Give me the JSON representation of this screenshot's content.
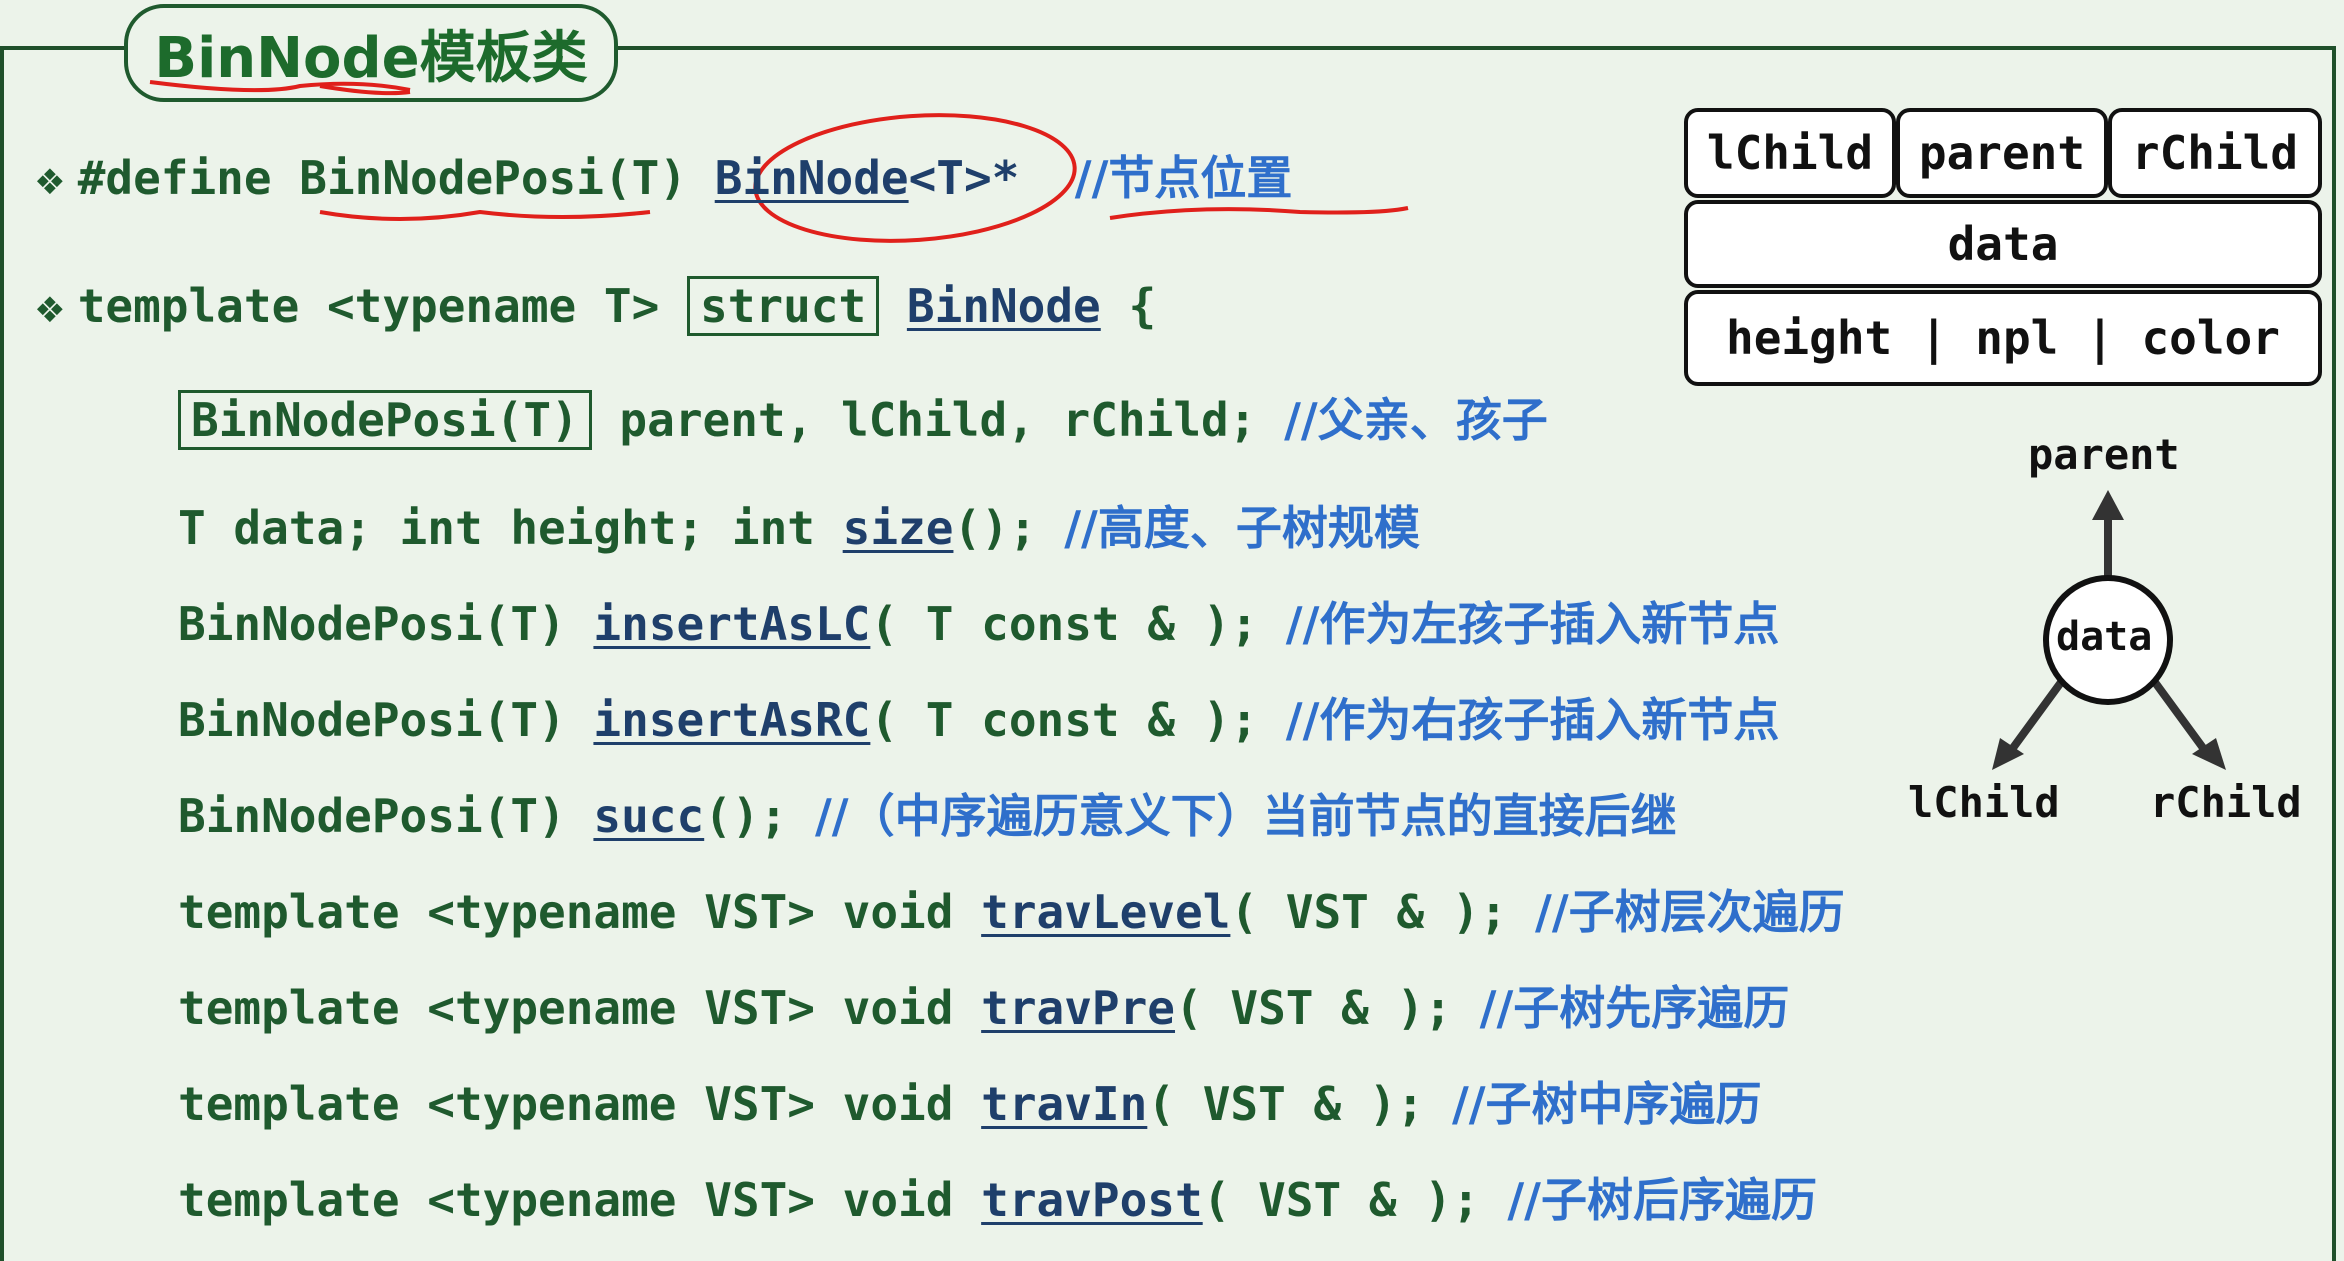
{
  "title": "BinNode模板类",
  "define_line": {
    "keyword": "#define",
    "macro": "BinNodePosi(T)",
    "type_name": "BinNode",
    "type_suffix": "<T>*",
    "comment": "//节点位置"
  },
  "struct_line": {
    "prefix": "template <typename T>",
    "keyword": "struct",
    "name": "BinNode",
    "brace": "{"
  },
  "members": [
    {
      "code_pre": "",
      "boxed": "BinNodePosi(T)",
      "code_mid": " parent, lChild, rChild; ",
      "comment": "//父亲、孩子"
    },
    {
      "code_pre": "T data; int height; int ",
      "func": "size",
      "code_post": "(); ",
      "comment": "//高度、子树规模"
    },
    {
      "code_pre": "BinNodePosi(T) ",
      "func": "insertAsLC",
      "code_post": "( T const & ); ",
      "comment": "//作为左孩子插入新节点"
    },
    {
      "code_pre": "BinNodePosi(T) ",
      "func": "insertAsRC",
      "code_post": "( T const & ); ",
      "comment": "//作为右孩子插入新节点"
    },
    {
      "code_pre": "BinNodePosi(T) ",
      "func": "succ",
      "code_post": "(); ",
      "comment": "//（中序遍历意义下）当前节点的直接后继"
    },
    {
      "code_pre": "template <typename VST> void ",
      "func": "travLevel",
      "code_post": "( VST & ); ",
      "comment": "//子树层次遍历"
    },
    {
      "code_pre": "template <typename VST> void ",
      "func": "travPre",
      "code_post": "( VST & ); ",
      "comment": "//子树先序遍历"
    },
    {
      "code_pre": "template <typename VST> void ",
      "func": "travIn",
      "code_post": "( VST & ); ",
      "comment": "//子树中序遍历"
    },
    {
      "code_pre": "template <typename VST> void ",
      "func": "travPost",
      "code_post": "( VST & ); ",
      "comment": "//子树后序遍历"
    }
  ],
  "node_layout": {
    "row1": [
      "lChild",
      "parent",
      "rChild"
    ],
    "row2": "data",
    "row3": "height | npl | color"
  },
  "tree_diagram": {
    "center": "data",
    "up": "parent",
    "left": "lChild",
    "right": "rChild"
  },
  "colors": {
    "code": "#1f5a2e",
    "comment": "#2f6fcb",
    "underline_link": "#1f3f6b",
    "annotation": "#e0201b",
    "background": "#ecf3ea"
  }
}
